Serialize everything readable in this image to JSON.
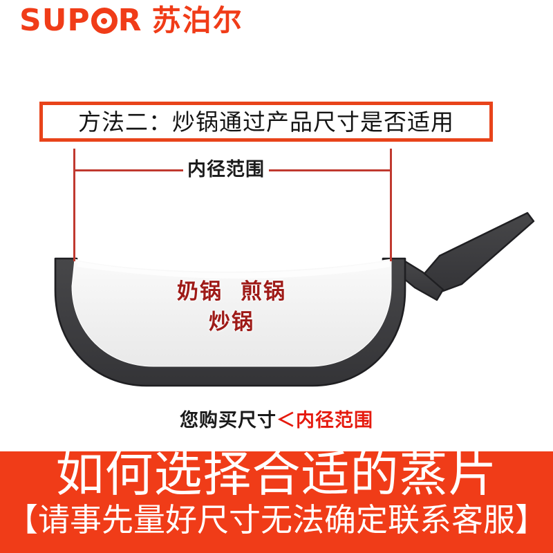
{
  "brand": {
    "latin_before_o": "SUP",
    "o_icon": "supor-o-target-icon",
    "latin_after_o": "R",
    "chinese": "苏泊尔",
    "color": "#F03C18"
  },
  "method_box": {
    "text": "方法二：炒锅通过产品尺寸是否适用",
    "border_color": "#E8431A",
    "text_color": "#141414"
  },
  "dimension": {
    "label": "内径范围",
    "line_color": "#C0392F",
    "label_color": "#1b1b1b"
  },
  "pan": {
    "body_color": "#3F3F42",
    "outline_color": "#1f1f22",
    "interior_color": "#F2F2F2",
    "handle_color": "#3F3F42",
    "labels": {
      "row1": [
        "奶锅",
        "煎锅"
      ],
      "row2": [
        "炒锅"
      ],
      "color": "#9E1A17"
    }
  },
  "comparison": {
    "left_text": "您购买尺寸",
    "operator_and_right": "＜内径范围",
    "left_color": "#1a1a1a",
    "right_color": "#E51A0E"
  },
  "banner": {
    "background_color": "#F03C18",
    "text_color": "#ffffff",
    "line1": "如何选择合适的蒸片",
    "line2": "【请事先量好尺寸无法确定联系客服】"
  }
}
